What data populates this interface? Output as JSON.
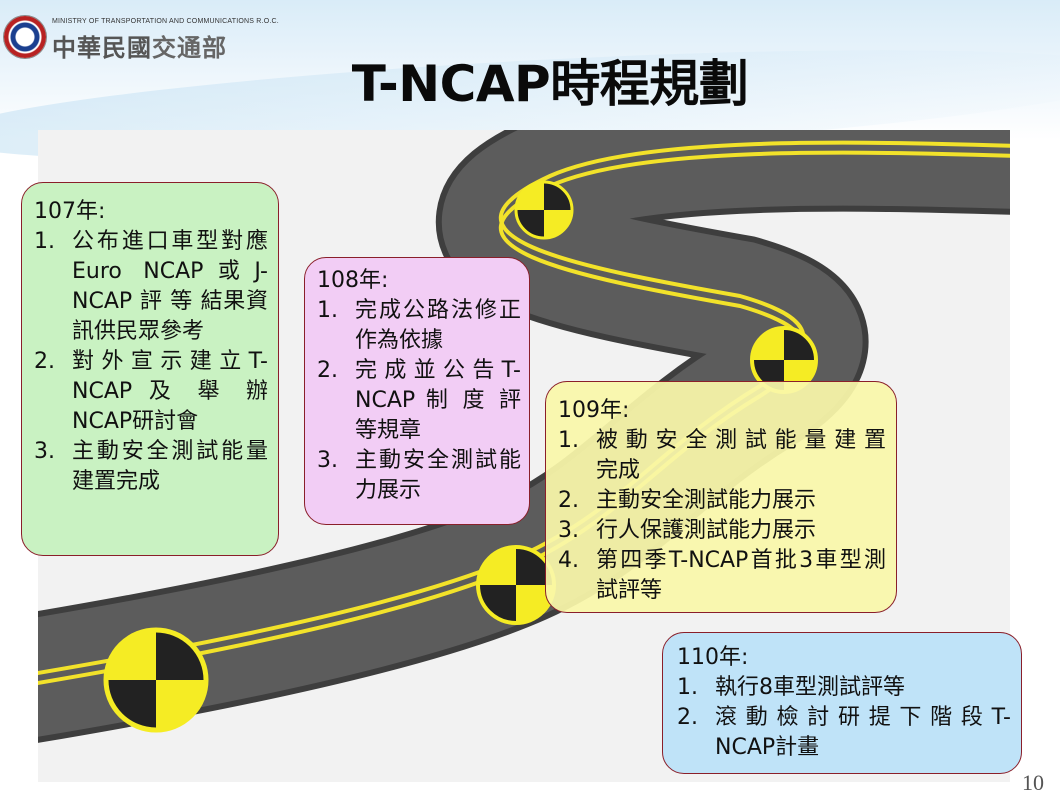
{
  "header": {
    "logo_en": "MINISTRY OF TRANSPORTATION AND COMMUNICATIONS R.O.C.",
    "logo_zh_part1": "中華民國",
    "logo_zh_part2": "交通部",
    "title": "T-NCAP時程規劃"
  },
  "milestones": [
    {
      "year": "107年:",
      "items": [
        {
          "num": "1.",
          "text": "公布進口車型對應Euro NCAP或J-NCAP 評 等 結果資訊供民眾參考"
        },
        {
          "num": "2.",
          "text": "對外宣示建立T-NCAP 及 舉 辦NCAP研討會"
        },
        {
          "num": "3.",
          "text": "主動安全測試能量建置完成"
        }
      ]
    },
    {
      "year": "108年:",
      "items": [
        {
          "num": "1.",
          "text": "完成公路法修正作為依據"
        },
        {
          "num": "2.",
          "text": "完成並公告T-NCAP 制 度 評等規章"
        },
        {
          "num": "3.",
          "text": "主動安全測試能力展示"
        }
      ]
    },
    {
      "year": "109年:",
      "items": [
        {
          "num": "1.",
          "text": "被 動 安 全 測 試 能 量 建 置完成"
        },
        {
          "num": "2.",
          "text": "主動安全測試能力展示"
        },
        {
          "num": "3.",
          "text": "行人保護測試能力展示"
        },
        {
          "num": "4.",
          "text": "第四季T-NCAP首批3車型測試評等"
        }
      ]
    },
    {
      "year": "110年:",
      "items": [
        {
          "num": "1.",
          "text": "執行8車型測試評等"
        },
        {
          "num": "2.",
          "text": "滾 動 檢 討 研 提 下 階 段 T-NCAP計畫"
        }
      ]
    }
  ],
  "page_number": "10",
  "colors": {
    "box_107": "#c9f2c2",
    "box_108": "#f2cdf5",
    "box_109": "#faf8aa",
    "box_110": "#bfe3f8",
    "box_border": "#8a1f2a",
    "road": "#5a5a5a",
    "road_line": "#f2e22a",
    "marker": "#f5ec24"
  },
  "icons": [
    "crash-test-marker-icon",
    "ministry-emblem-icon"
  ]
}
